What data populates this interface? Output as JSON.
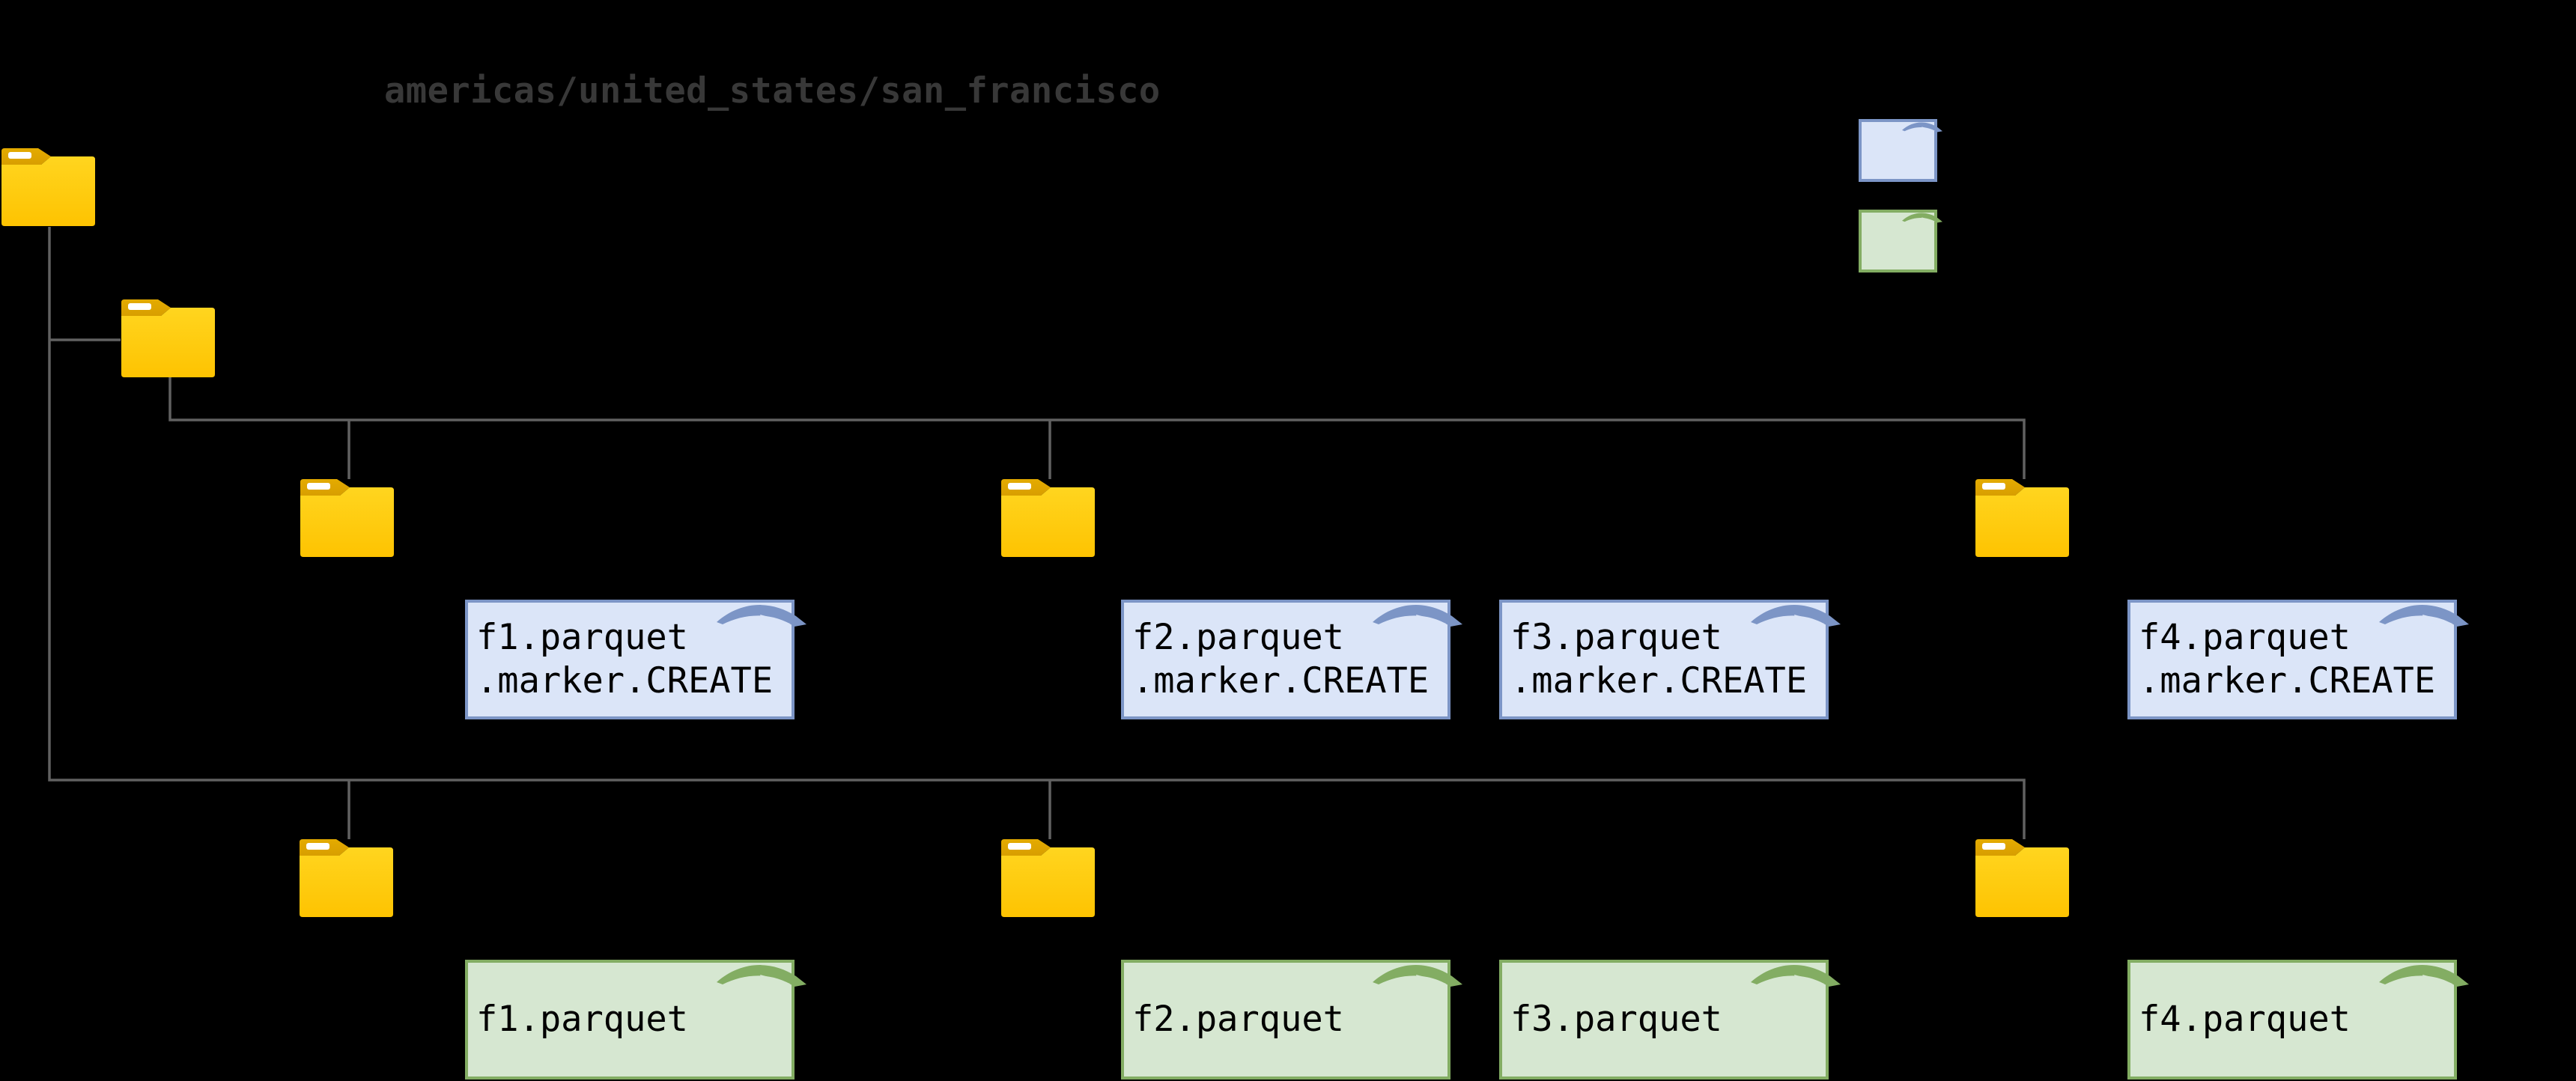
{
  "diagram": {
    "path_label": "americas/united_states/san_francisco",
    "marker_files": [
      {
        "file": "f1.parquet",
        "marker": ".marker.CREATE"
      },
      {
        "file": "f2.parquet",
        "marker": ".marker.CREATE"
      },
      {
        "file": "f3.parquet",
        "marker": ".marker.CREATE"
      },
      {
        "file": "f4.parquet",
        "marker": ".marker.CREATE"
      }
    ],
    "data_files": [
      "f1.parquet",
      "f2.parquet",
      "f3.parquet",
      "f4.parquet"
    ],
    "legend": {
      "marker_note_fill": "#DBE5F8",
      "marker_note_border": "#7C95C6",
      "data_note_fill": "#D6E7D1",
      "data_note_border": "#83AD63"
    },
    "colors": {
      "background": "#000000",
      "connector": "#616161",
      "folder_body_top": "#FFD41F",
      "folder_body_bottom": "#FEC301",
      "folder_tab": "#DFA502",
      "path_label_color": "#383838",
      "note_text": "#000000"
    }
  }
}
